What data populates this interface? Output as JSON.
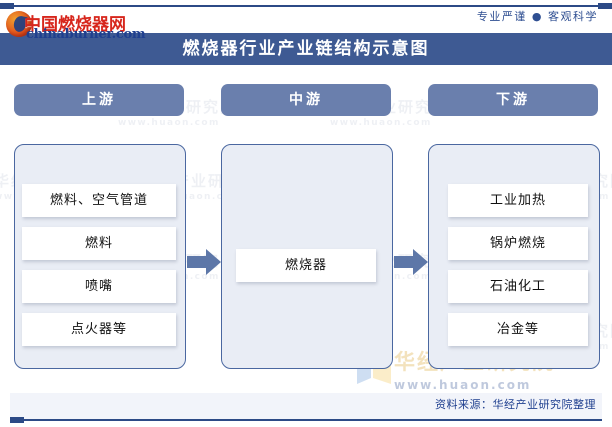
{
  "site": {
    "logo_cn": "中国燃烧器网",
    "logo_url": "chinaburner.com",
    "tagline": "专业严谨 ● 客观科学"
  },
  "header": {
    "title": "燃烧器行业产业链结构示意图"
  },
  "columns": [
    {
      "key": "upstream",
      "header": "上游",
      "items": [
        "燃料、空气管道",
        "燃料",
        "喷嘴",
        "点火器等"
      ]
    },
    {
      "key": "midstream",
      "header": "中游",
      "items": [
        "燃烧器"
      ]
    },
    {
      "key": "downstream",
      "header": "下游",
      "items": [
        "工业加热",
        "锅炉燃烧",
        "石油化工",
        "冶金等"
      ]
    }
  ],
  "arrows": [
    {
      "name": "arrow-upstream-to-midstream",
      "glyph": "right-arrow"
    },
    {
      "name": "arrow-midstream-to-downstream",
      "glyph": "right-arrow"
    }
  ],
  "footer": {
    "source": "资料来源：华经产业研究院整理"
  },
  "watermark": {
    "cn": "华经产业研究院",
    "url": "www.huaon.com"
  },
  "colors": {
    "title_band": "#3e5a93",
    "column_header": "#6a7fad",
    "panel_fill": "#e9edf5",
    "panel_border": "#4a67a0",
    "arrow": "#5d77a8",
    "rule": "#2c4a86",
    "logo_red": "#d7261c",
    "logo_blue": "#1f3f8f",
    "watermark_gold": "#d9a227"
  }
}
